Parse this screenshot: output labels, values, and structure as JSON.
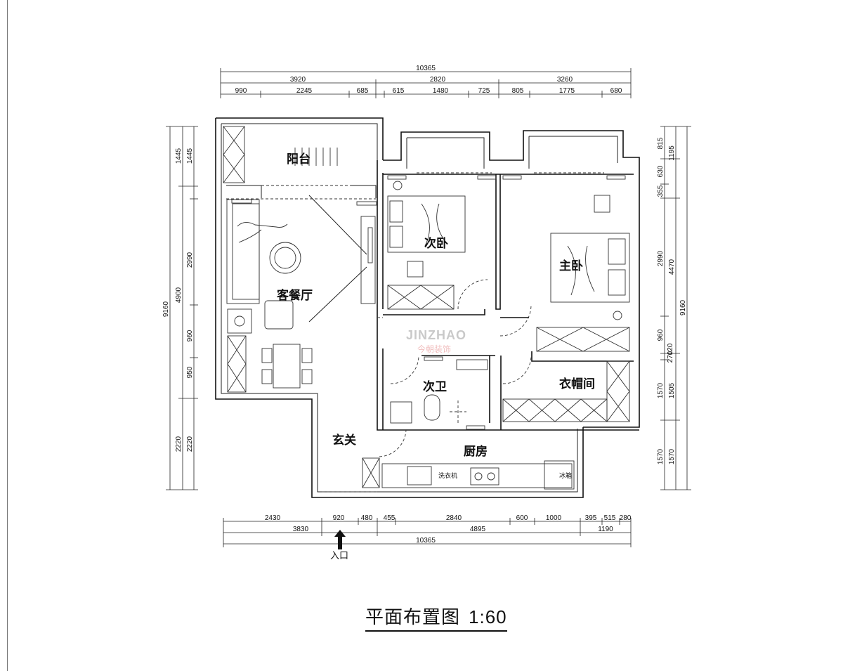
{
  "title": {
    "text": "平面布置图",
    "scale": "1:60"
  },
  "watermark": {
    "brand_en": "JINZHAO",
    "brand_cn": "今朝装饰"
  },
  "rooms": {
    "balcony": "阳台",
    "living_dining": "客餐厅",
    "second_bedroom": "次卧",
    "master_bedroom": "主卧",
    "second_bathroom": "次卫",
    "closet": "衣帽间",
    "foyer": "玄关",
    "kitchen": "厨房"
  },
  "appliances": {
    "washer": "洗衣机",
    "fridge": "冰箱"
  },
  "entrance_label": "入口",
  "dims_top": {
    "total": "10365",
    "row2": [
      "3920",
      "2820",
      "3260"
    ],
    "row3": [
      "990",
      "2245",
      "685",
      "615",
      "1480",
      "725",
      "805",
      "1775",
      "680"
    ]
  },
  "dims_bottom": {
    "row1": [
      "2430",
      "920",
      "480",
      "455",
      "2840",
      "600",
      "1000",
      "395",
      "515",
      "280"
    ],
    "row2": [
      "3830",
      "4895",
      "1190"
    ],
    "total": "10365"
  },
  "dims_left": {
    "outer": [
      "1445",
      "2990",
      "960",
      "950",
      "2220"
    ],
    "inner": [
      "1445",
      "4900",
      "2220"
    ],
    "total": "9160"
  },
  "dims_right": {
    "outer": [
      "815",
      "630",
      "355",
      "2990",
      "960",
      "120",
      "270",
      "1570",
      "1570"
    ],
    "inner": [
      "1195",
      "4470",
      "1505",
      "1570"
    ],
    "total": "9160"
  }
}
